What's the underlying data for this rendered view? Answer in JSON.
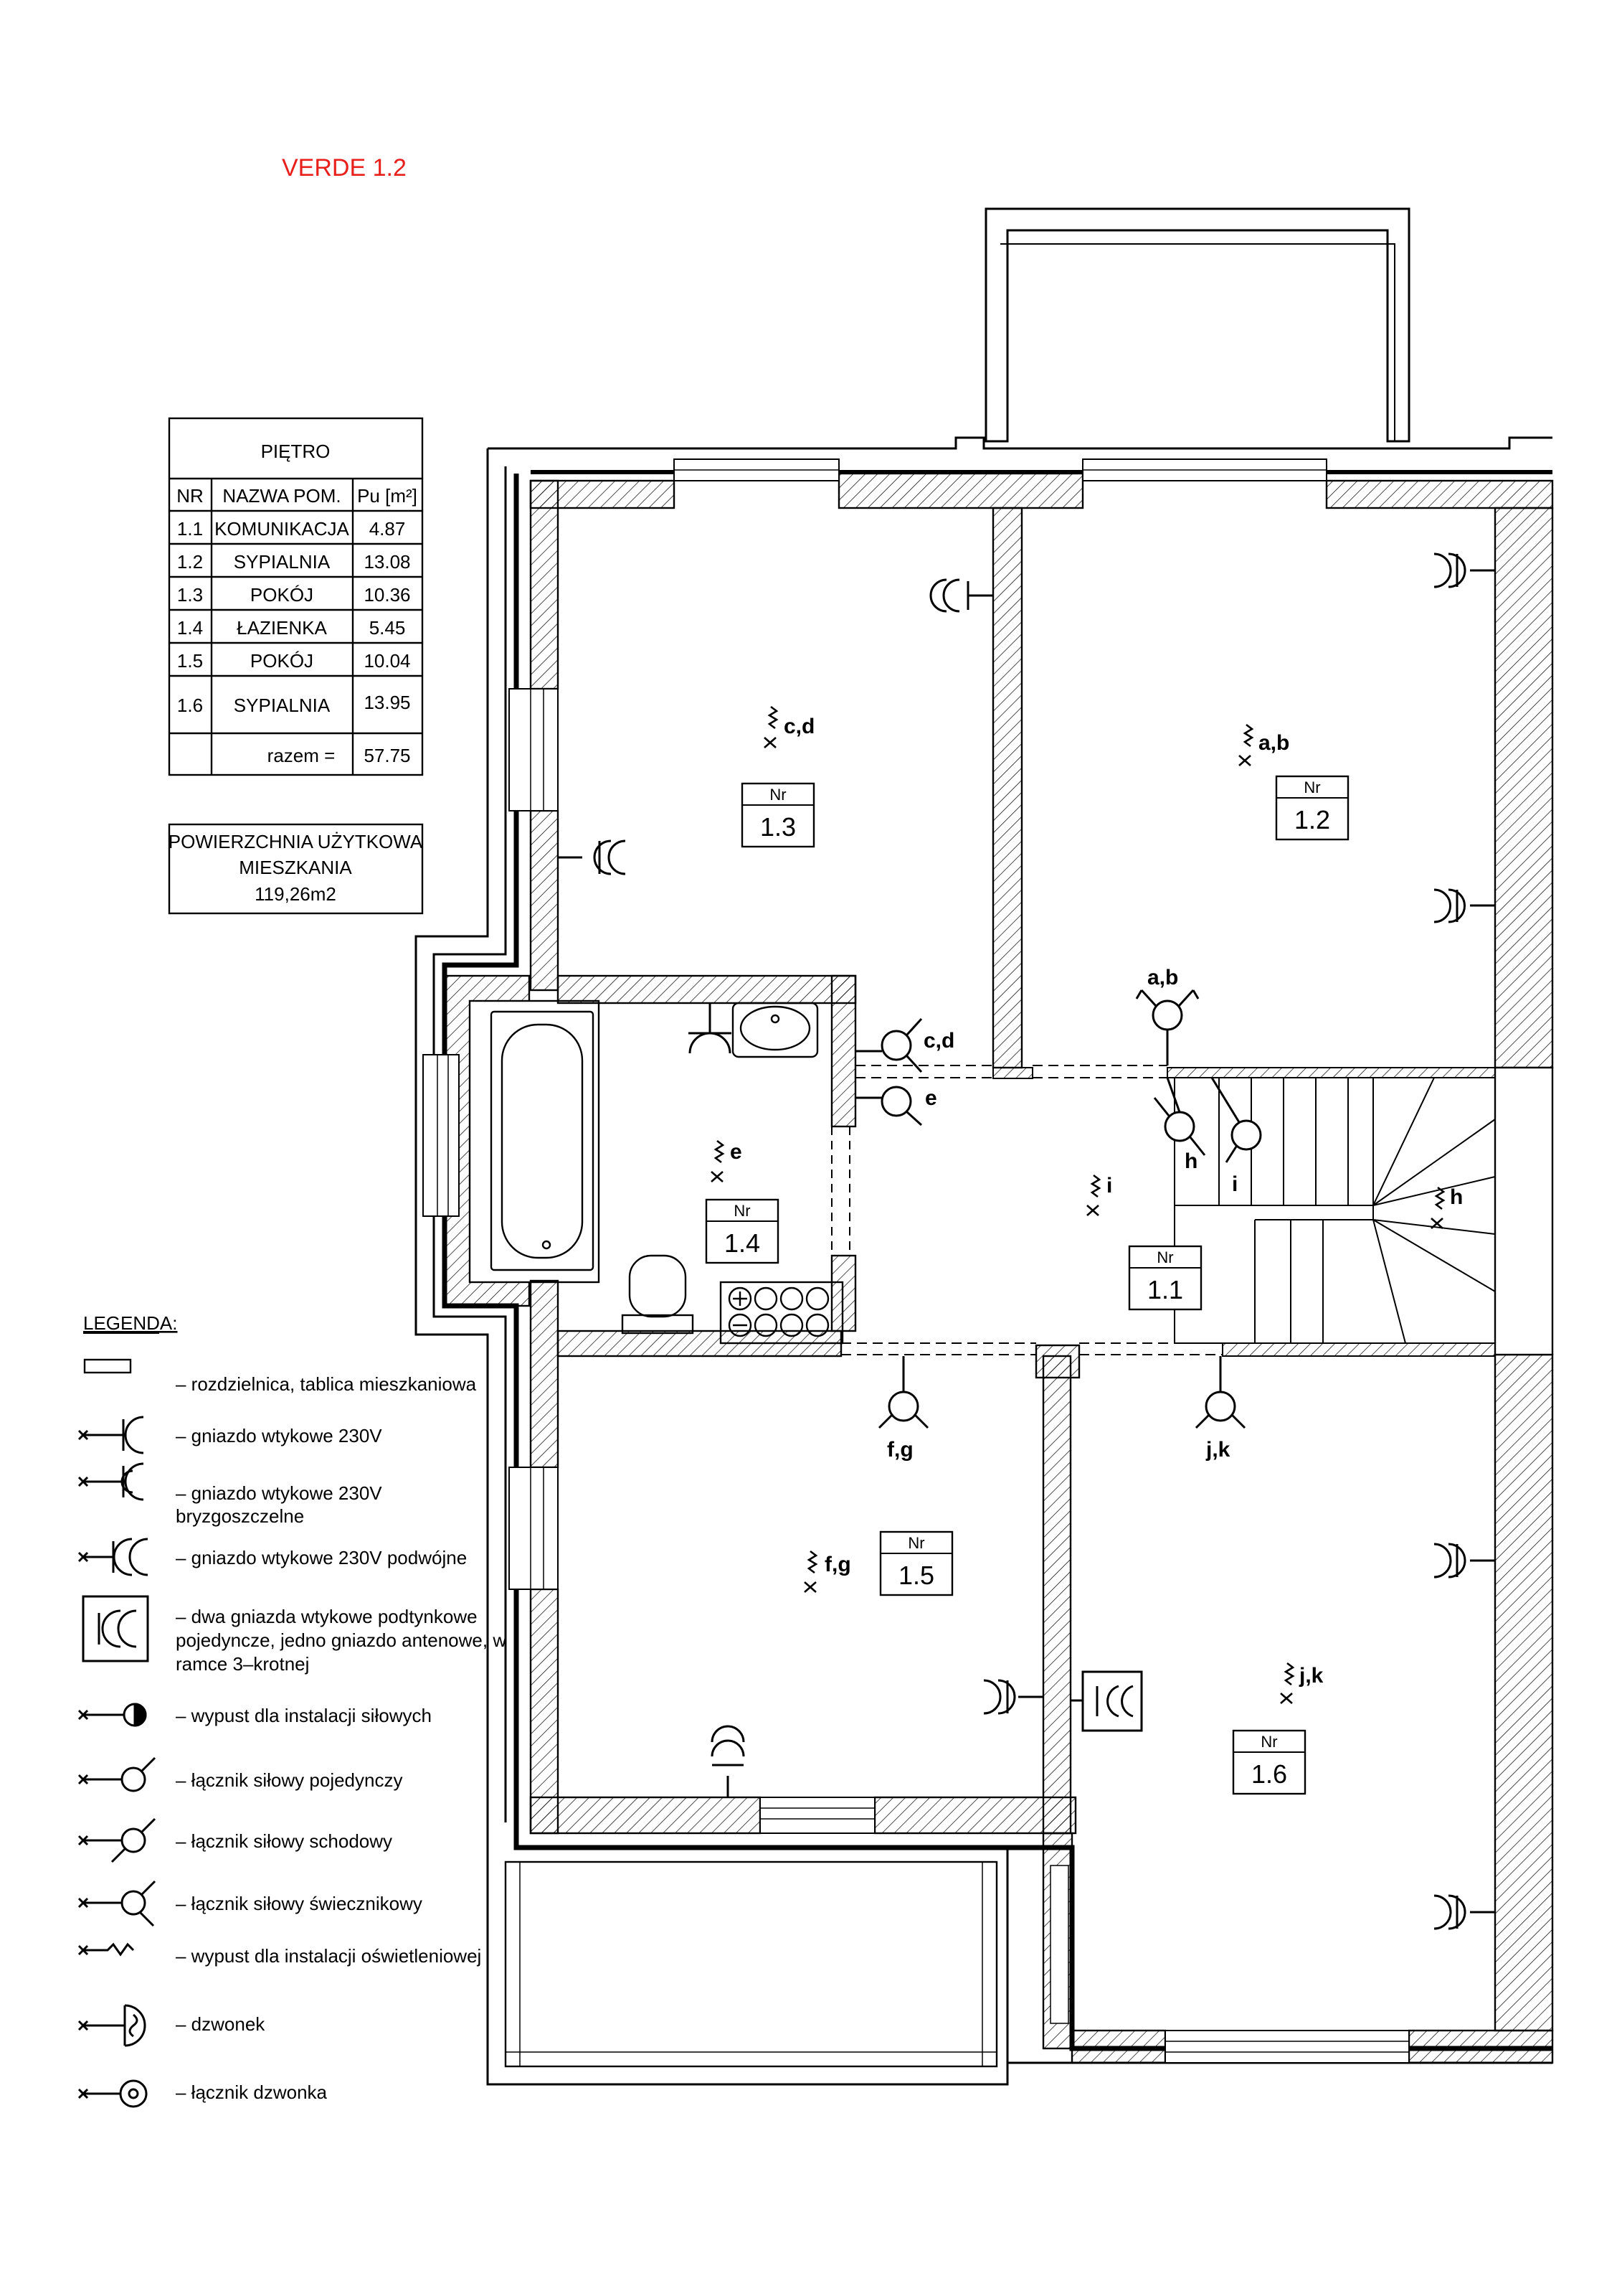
{
  "project_title": "VERDE 1.2",
  "area_table": {
    "title": "PIĘTRO",
    "headers": [
      "NR",
      "NAZWA POM.",
      "Pu [m²]"
    ],
    "rows": [
      {
        "nr": "1.1",
        "name": "KOMUNIKACJA",
        "area": "4.87"
      },
      {
        "nr": "1.2",
        "name": "SYPIALNIA",
        "area": "13.08"
      },
      {
        "nr": "1.3",
        "name": "POKÓJ",
        "area": "10.36"
      },
      {
        "nr": "1.4",
        "name": "ŁAZIENKA",
        "area": "5.45"
      },
      {
        "nr": "1.5",
        "name": "POKÓJ",
        "area": "10.04"
      },
      {
        "nr": "1.6",
        "name": "SYPIALNIA",
        "area": "13.95"
      }
    ],
    "total_label": "razem =",
    "total_value": "57.75"
  },
  "usable_area": {
    "line1": "POWIERZCHNIA UŻYTKOWA",
    "line2": "MIESZKANIA",
    "line3": "119,26m2"
  },
  "room_tags": [
    {
      "label": "Nr",
      "number": "1.1"
    },
    {
      "label": "Nr",
      "number": "1.2"
    },
    {
      "label": "Nr",
      "number": "1.3"
    },
    {
      "label": "Nr",
      "number": "1.4"
    },
    {
      "label": "Nr",
      "number": "1.5"
    },
    {
      "label": "Nr",
      "number": "1.6"
    }
  ],
  "circuit_labels": [
    "c,d",
    "a,b",
    "a,b",
    "c,d",
    "e",
    "e",
    "i",
    "h",
    "i",
    "h",
    "f,g",
    "j,k",
    "f,g",
    "j,k"
  ],
  "legend": {
    "title": "LEGENDA:",
    "items": [
      {
        "icon": "distribution-board-icon",
        "lines": [
          "– rozdzielnica, tablica mieszkaniowa"
        ]
      },
      {
        "icon": "socket-icon",
        "lines": [
          "– gniazdo wtykowe 230V"
        ]
      },
      {
        "icon": "splashproof-socket-icon",
        "lines": [
          "– gniazdo wtykowe 230V",
          "bryzgoszczelne"
        ]
      },
      {
        "icon": "double-socket-icon",
        "lines": [
          "– gniazdo wtykowe 230V podwójne"
        ]
      },
      {
        "icon": "socket-frame-icon",
        "lines": [
          "– dwa gniazda wtykowe podtynkowe",
          "pojedyncze, jedno gniazdo antenowe, w",
          "ramce 3–krotnej"
        ]
      },
      {
        "icon": "power-outlet-icon",
        "lines": [
          "– wypust dla instalacji siłowych"
        ]
      },
      {
        "icon": "single-switch-icon",
        "lines": [
          "– łącznik siłowy pojedynczy"
        ]
      },
      {
        "icon": "stair-switch-icon",
        "lines": [
          "– łącznik siłowy schodowy"
        ]
      },
      {
        "icon": "chandelier-switch-icon",
        "lines": [
          "– łącznik siłowy świecznikowy"
        ]
      },
      {
        "icon": "lighting-outlet-icon",
        "lines": [
          "– wypust dla instalacji oświetleniowej"
        ]
      },
      {
        "icon": "doorbell-icon",
        "lines": [
          "– dzwonek"
        ]
      },
      {
        "icon": "doorbell-switch-icon",
        "lines": [
          "– łącznik dzwonka"
        ]
      }
    ]
  },
  "colors": {
    "title": "#e8201c",
    "ink": "#000000"
  }
}
